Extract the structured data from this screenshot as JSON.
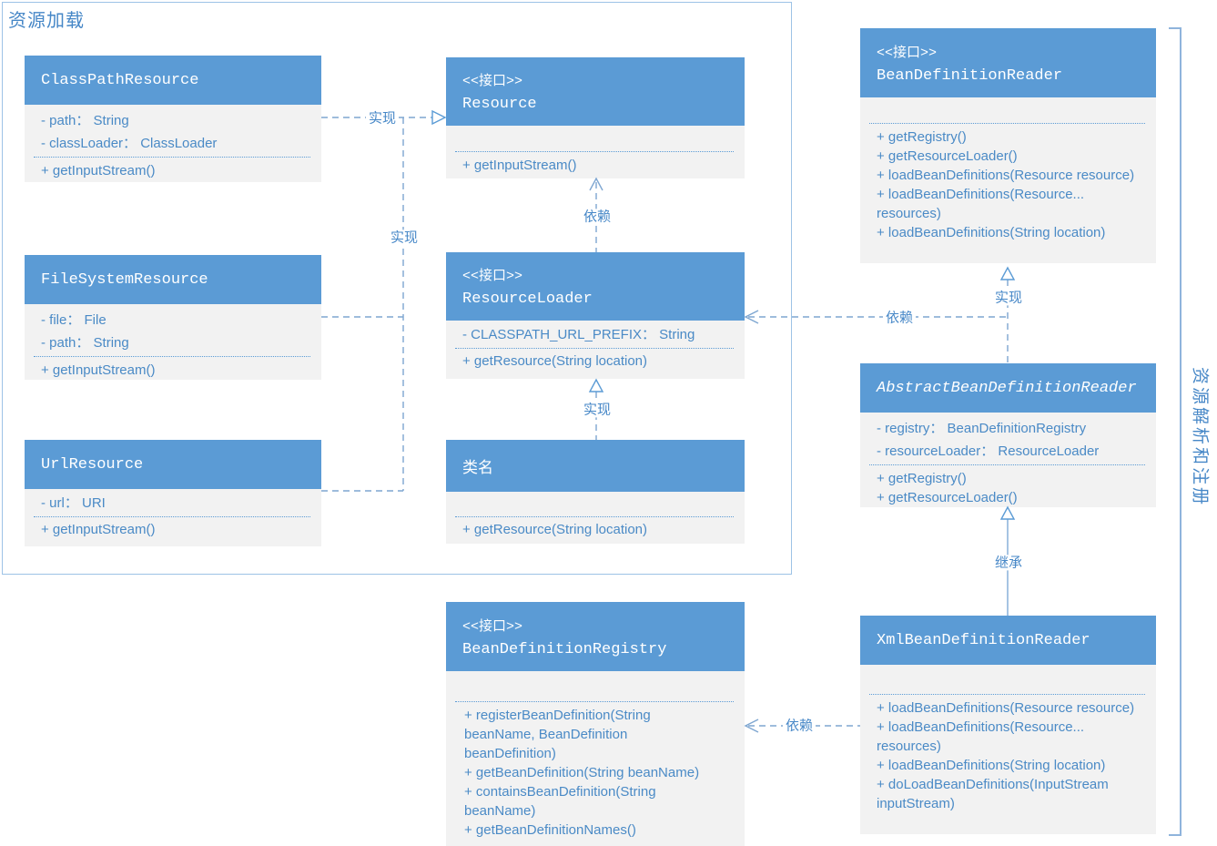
{
  "group": {
    "title": "资源加载"
  },
  "side": {
    "label": "资源解析和注册"
  },
  "labels": {
    "stereotype": "<<接口>>",
    "implement": "实现",
    "depend": "依赖",
    "extend": "继承"
  },
  "colors": {
    "header_blue": "#5b9bd5",
    "body_gray": "#f2f2f2",
    "text_blue": "#4a8ac6",
    "line_blue": "#7ea6d1",
    "group_border": "#9dc3e6"
  },
  "classes": {
    "classPathResource": {
      "name": "ClassPathResource",
      "attributes": [
        "- path：  String",
        "- classLoader：  ClassLoader"
      ],
      "methods": [
        "+ getInputStream()"
      ]
    },
    "resource": {
      "name": "Resource",
      "methods": [
        "+ getInputStream()"
      ]
    },
    "fileSystemResource": {
      "name": "FileSystemResource",
      "attributes": [
        "- file：  File",
        "- path：  String"
      ],
      "methods": [
        "+ getInputStream()"
      ]
    },
    "resourceLoader": {
      "name": "ResourceLoader",
      "attributes": [
        "- CLASSPATH_URL_PREFIX：  String"
      ],
      "methods": [
        "+ getResource(String location)"
      ]
    },
    "urlResource": {
      "name": "UrlResource",
      "attributes": [
        "- url：  URI"
      ],
      "methods": [
        "+ getInputStream()"
      ]
    },
    "className": {
      "name": "类名",
      "methods": [
        "+ getResource(String location)"
      ]
    },
    "beanDefinitionReader": {
      "name": "BeanDefinitionReader",
      "methods": [
        "+ getRegistry()",
        "+ getResourceLoader()",
        "+ loadBeanDefinitions(Resource resource)",
        "+ loadBeanDefinitions(Resource... resources)",
        "+ loadBeanDefinitions(String location)"
      ]
    },
    "abstractBeanDefinitionReader": {
      "name": "AbstractBeanDefinitionReader",
      "attributes": [
        "- registry：  BeanDefinitionRegistry",
        "- resourceLoader：  ResourceLoader"
      ],
      "methods": [
        "+ getRegistry()",
        "+ getResourceLoader()"
      ]
    },
    "xmlBeanDefinitionReader": {
      "name": "XmlBeanDefinitionReader",
      "methods": [
        "+ loadBeanDefinitions(Resource resource)",
        "+ loadBeanDefinitions(Resource... resources)",
        "+ loadBeanDefinitions(String location)",
        "+ doLoadBeanDefinitions(InputStream inputStream)"
      ]
    },
    "beanDefinitionRegistry": {
      "name": "BeanDefinitionRegistry",
      "methods": [
        "+ registerBeanDefinition(String beanName, BeanDefinition beanDefinition)",
        "+ getBeanDefinition(String beanName)",
        "+ containsBeanDefinition(String beanName)",
        "+ getBeanDefinitionNames()"
      ]
    }
  }
}
